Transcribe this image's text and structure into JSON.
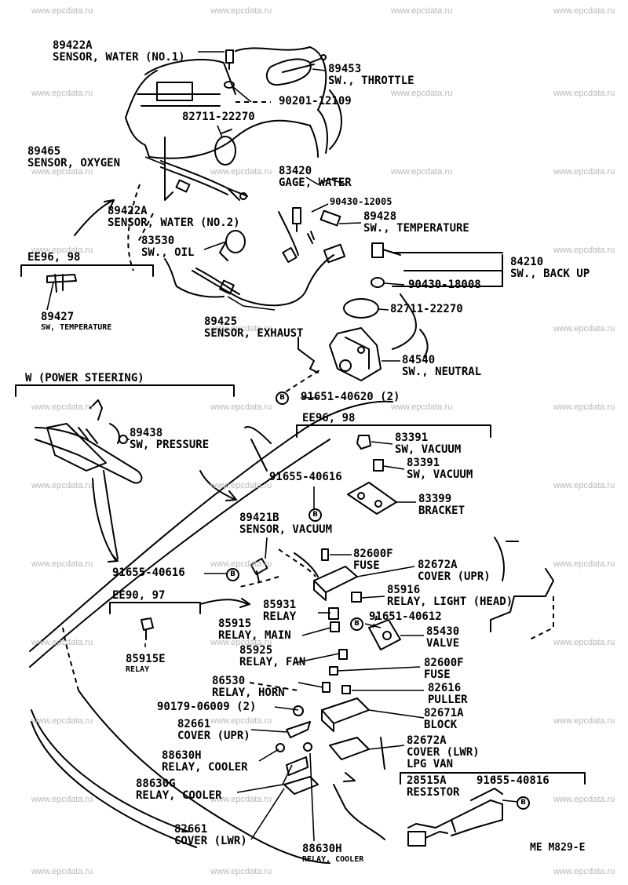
{
  "watermark": "www.epcdata.ru",
  "figure_code": "ME M829-E",
  "parts": [
    {
      "id": "p01",
      "num": "89422A",
      "name": "SENSOR, WATER (NO.1)"
    },
    {
      "id": "p02",
      "num": "89453",
      "name": "SW., THROTTLE"
    },
    {
      "id": "p03",
      "num": "90201-12109",
      "name": ""
    },
    {
      "id": "p04",
      "num": "82711-22270",
      "name": ""
    },
    {
      "id": "p05",
      "num": "89465",
      "name": "SENSOR, OXYGEN"
    },
    {
      "id": "p06",
      "num": "83420",
      "name": "GAGE, WATER"
    },
    {
      "id": "p07",
      "num": "90430-12005",
      "name": ""
    },
    {
      "id": "p08",
      "num": "89428",
      "name": "SW., TEMPERATURE"
    },
    {
      "id": "p09",
      "num": "89422A",
      "name": "SENSOR, WATER (NO.2)"
    },
    {
      "id": "p10",
      "num": "83530",
      "name": "SW., OIL"
    },
    {
      "id": "p11",
      "num": "84210",
      "name": "SW., BACK UP"
    },
    {
      "id": "p12",
      "num": "90430-18008",
      "name": ""
    },
    {
      "id": "p13",
      "num": "89427",
      "name": "SW, TEMPERATURE"
    },
    {
      "id": "p14",
      "num": "89425",
      "name": "SENSOR, EXHAUST"
    },
    {
      "id": "p15",
      "num": "82711-22270",
      "name": ""
    },
    {
      "id": "p16",
      "num": "84540",
      "name": "SW., NEUTRAL"
    },
    {
      "id": "p17",
      "num": "91651-40620 (2)",
      "name": ""
    },
    {
      "id": "p18",
      "num": "89438",
      "name": "SW, PRESSURE"
    },
    {
      "id": "p19",
      "num": "83391",
      "name": "SW, VACUUM"
    },
    {
      "id": "p20",
      "num": "83391",
      "name": "SW, VACUUM"
    },
    {
      "id": "p21",
      "num": "91655-40616",
      "name": ""
    },
    {
      "id": "p22",
      "num": "83399",
      "name": "BRACKET"
    },
    {
      "id": "p23",
      "num": "89421B",
      "name": "SENSOR, VACUUM"
    },
    {
      "id": "p24",
      "num": "82600F",
      "name": "FUSE"
    },
    {
      "id": "p25",
      "num": "82672A",
      "name": "COVER (UPR)"
    },
    {
      "id": "p26",
      "num": "91655-40616",
      "name": ""
    },
    {
      "id": "p27",
      "num": "85916",
      "name": "RELAY, LIGHT (HEAD)"
    },
    {
      "id": "p28",
      "num": "85931",
      "name": "RELAY"
    },
    {
      "id": "p29",
      "num": "91651-40612",
      "name": ""
    },
    {
      "id": "p30",
      "num": "85915",
      "name": "RELAY, MAIN"
    },
    {
      "id": "p31",
      "num": "85430",
      "name": "VALVE"
    },
    {
      "id": "p32",
      "num": "85915E",
      "name": "RELAY"
    },
    {
      "id": "p33",
      "num": "85925",
      "name": "RELAY, FAN"
    },
    {
      "id": "p34",
      "num": "82600F",
      "name": "FUSE"
    },
    {
      "id": "p35",
      "num": "86530",
      "name": "RELAY, HORN"
    },
    {
      "id": "p36",
      "num": "82616",
      "name": "PULLER"
    },
    {
      "id": "p37",
      "num": "90179-06009 (2)",
      "name": ""
    },
    {
      "id": "p38",
      "num": "82671A",
      "name": "BLOCK"
    },
    {
      "id": "p39",
      "num": "82661",
      "name": "COVER (UPR)"
    },
    {
      "id": "p40",
      "num": "82672A",
      "name": "COVER (LWR)"
    },
    {
      "id": "p41",
      "num": "88630H",
      "name": "RELAY, COOLER"
    },
    {
      "id": "p42",
      "num": "88630G",
      "name": "RELAY, COOLER"
    },
    {
      "id": "p43",
      "num": "28515A",
      "name": "RESISTOR"
    },
    {
      "id": "p44",
      "num": "91655-40816",
      "name": ""
    },
    {
      "id": "p45",
      "num": "82661",
      "name": "COVER (LWR)"
    },
    {
      "id": "p46",
      "num": "88630H",
      "name": "RELAY, COOLER"
    }
  ],
  "groups": {
    "ee96_a": "EE96, 98",
    "ee96_b": "EE96, 98",
    "power_steering": "W (POWER STEERING)",
    "ee90": "EE90, 97",
    "lpg_van": "LPG VAN"
  },
  "bolt_mark": "B"
}
